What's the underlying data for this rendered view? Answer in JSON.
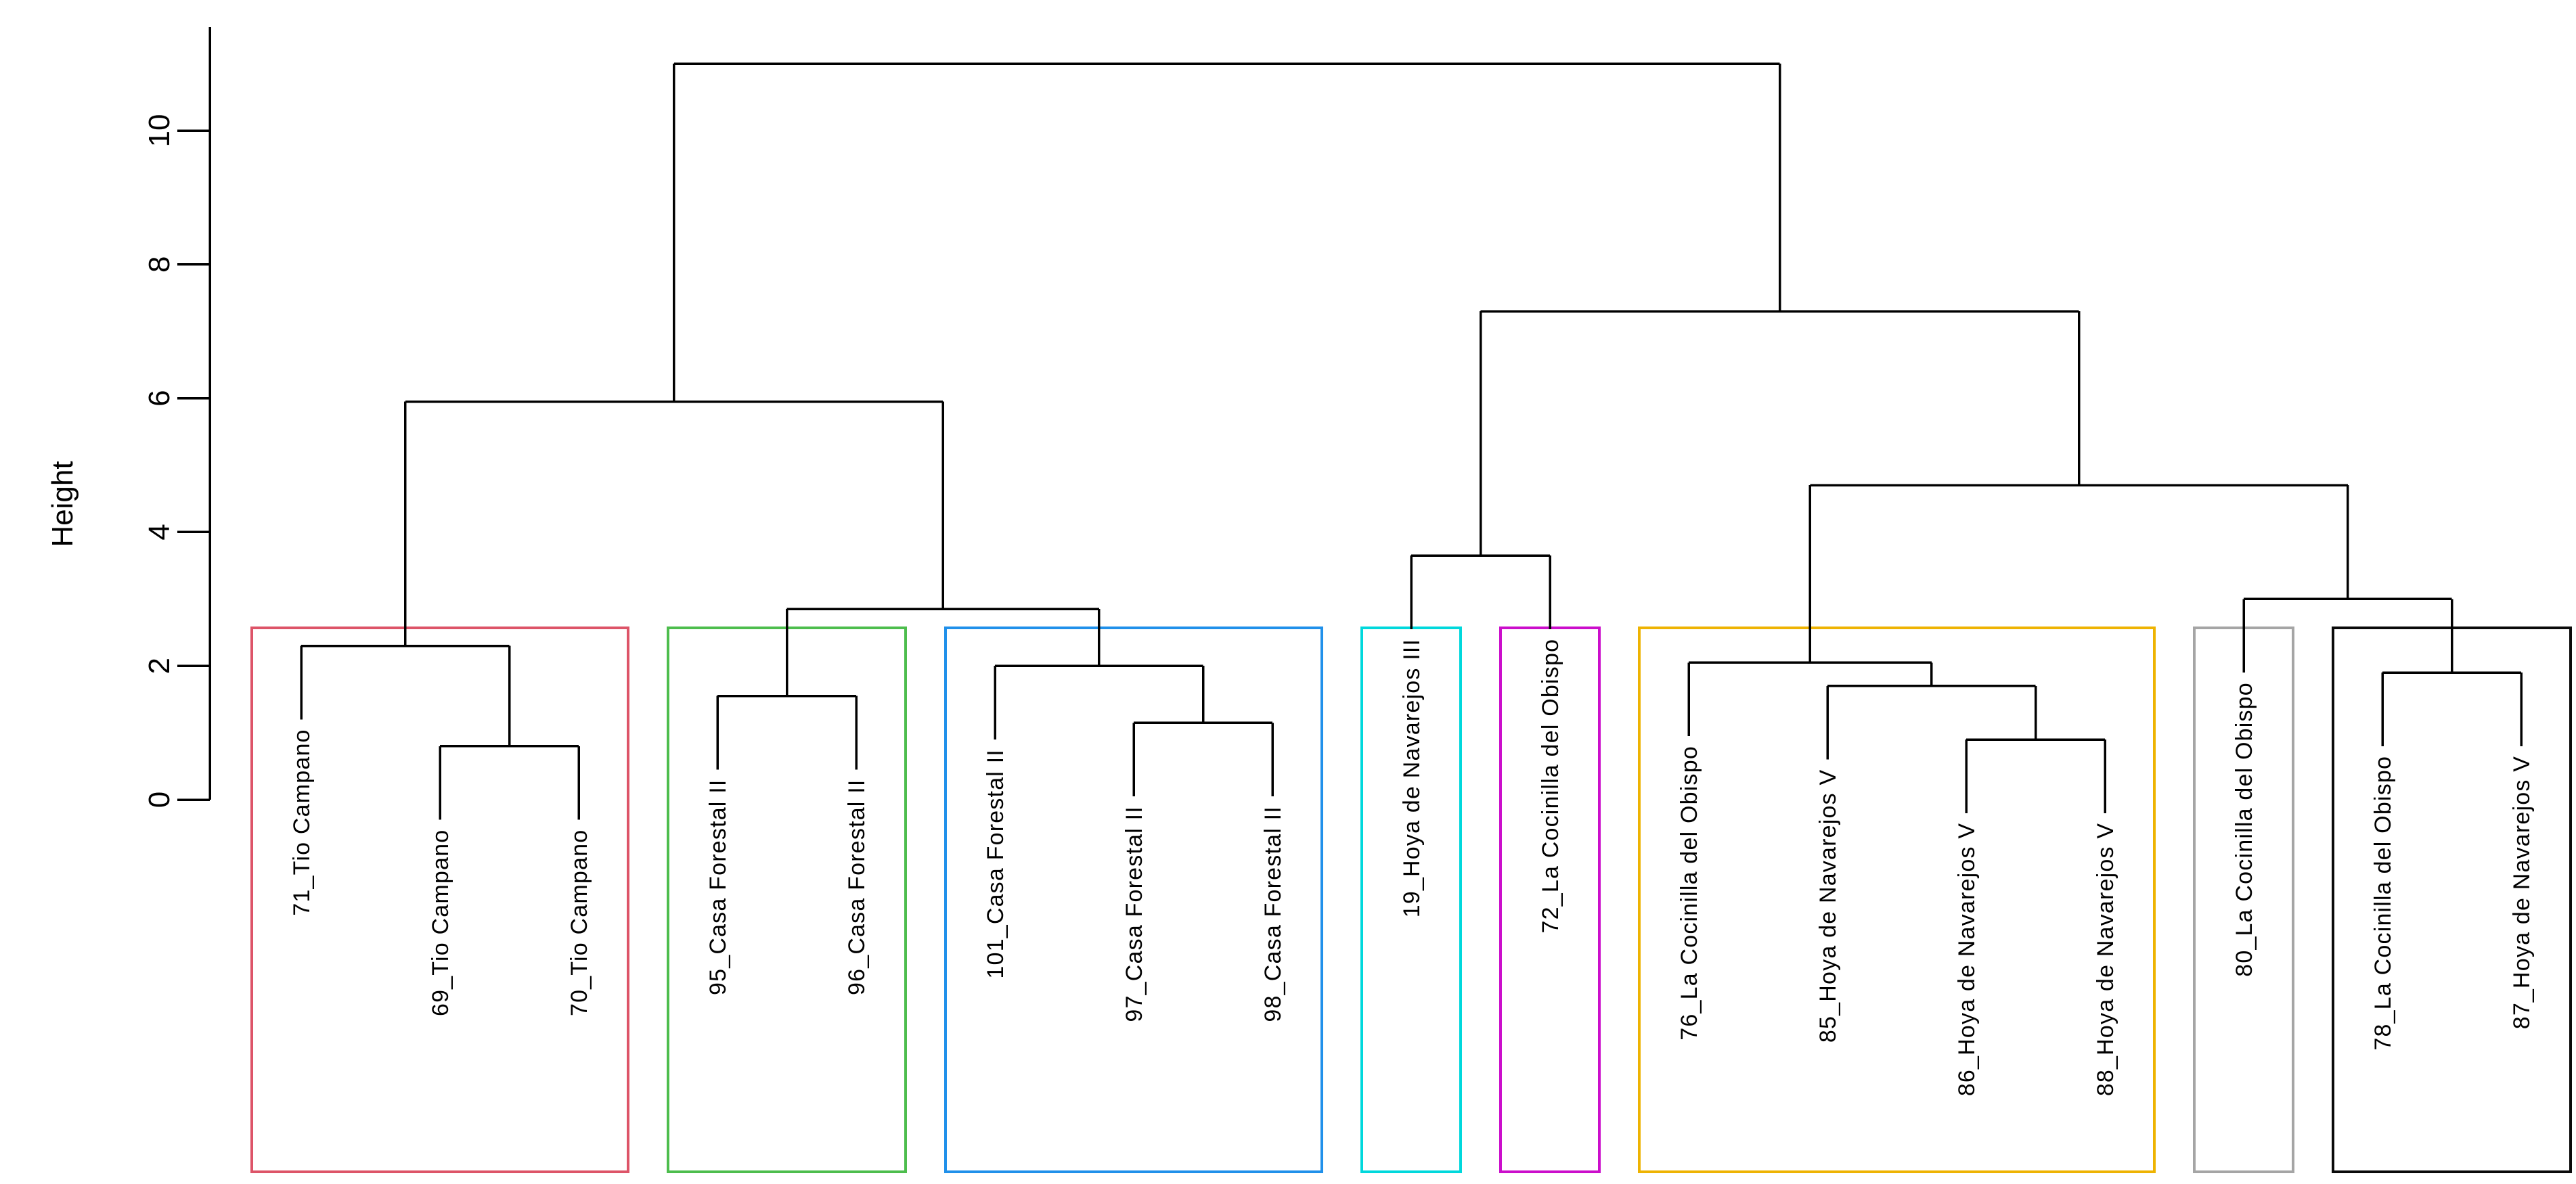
{
  "chart_data": {
    "type": "dendrogram",
    "title": "",
    "xlabel": "",
    "ylabel": "Height",
    "yticks": [
      0,
      2,
      4,
      6,
      8,
      10
    ],
    "ylim": [
      0,
      11.5
    ],
    "grid": false,
    "legend": "none",
    "hang": 1.1,
    "line_color": "#000000",
    "text_color": "#000000",
    "background_color": "#ffffff",
    "leaves": [
      "71_Tio Campano",
      "69_Tio Campano",
      "70_Tio Campano",
      "95_Casa Forestal II",
      "96_Casa Forestal II",
      "101_Casa Forestal II",
      "97_Casa Forestal II",
      "98_Casa Forestal II",
      "19_Hoya de Navarejos III",
      "72_La Cocinilla del Obispo",
      "76_La Cocinilla del Obispo",
      "85_Hoya de Navarejos V",
      "86_Hoya de Navarejos V",
      "88_Hoya de Navarejos V",
      "80_La Cocinilla del Obispo",
      "78_La Cocinilla del Obispo",
      "87_Hoya de Navarejos V"
    ],
    "tree": {
      "h": 11.0,
      "children": [
        {
          "h": 5.95,
          "children": [
            {
              "h": 2.3,
              "children": [
                {
                  "leaf": 0
                },
                {
                  "h": 0.8,
                  "children": [
                    {
                      "leaf": 1
                    },
                    {
                      "leaf": 2
                    }
                  ]
                }
              ]
            },
            {
              "h": 2.85,
              "children": [
                {
                  "h": 1.55,
                  "children": [
                    {
                      "leaf": 3
                    },
                    {
                      "leaf": 4
                    }
                  ]
                },
                {
                  "h": 2.0,
                  "children": [
                    {
                      "leaf": 5
                    },
                    {
                      "h": 1.15,
                      "children": [
                        {
                          "leaf": 6
                        },
                        {
                          "leaf": 7
                        }
                      ]
                    }
                  ]
                }
              ]
            }
          ]
        },
        {
          "h": 7.3,
          "children": [
            {
              "h": 3.65,
              "children": [
                {
                  "leaf": 8
                },
                {
                  "leaf": 9
                }
              ]
            },
            {
              "h": 4.7,
              "children": [
                {
                  "h": 2.05,
                  "children": [
                    {
                      "leaf": 10
                    },
                    {
                      "h": 1.7,
                      "children": [
                        {
                          "leaf": 11
                        },
                        {
                          "h": 0.9,
                          "children": [
                            {
                              "leaf": 12
                            },
                            {
                              "leaf": 13
                            }
                          ]
                        }
                      ]
                    }
                  ]
                },
                {
                  "h": 3.0,
                  "children": [
                    {
                      "leaf": 14
                    },
                    {
                      "h": 1.9,
                      "children": [
                        {
                          "leaf": 15
                        },
                        {
                          "leaf": 16
                        }
                      ]
                    }
                  ]
                }
              ]
            }
          ]
        }
      ]
    },
    "cluster_boxes": [
      {
        "from": 0,
        "to": 2,
        "color": "#dd5468"
      },
      {
        "from": 3,
        "to": 4,
        "color": "#4dbd4d"
      },
      {
        "from": 5,
        "to": 7,
        "color": "#2090ea"
      },
      {
        "from": 8,
        "to": 8,
        "color": "#00d8dc"
      },
      {
        "from": 9,
        "to": 9,
        "color": "#cb0ecb"
      },
      {
        "from": 10,
        "to": 13,
        "color": "#eeb302"
      },
      {
        "from": 14,
        "to": 14,
        "color": "#a5a5a5"
      },
      {
        "from": 15,
        "to": 16,
        "color": "#0a0a0a"
      }
    ]
  }
}
